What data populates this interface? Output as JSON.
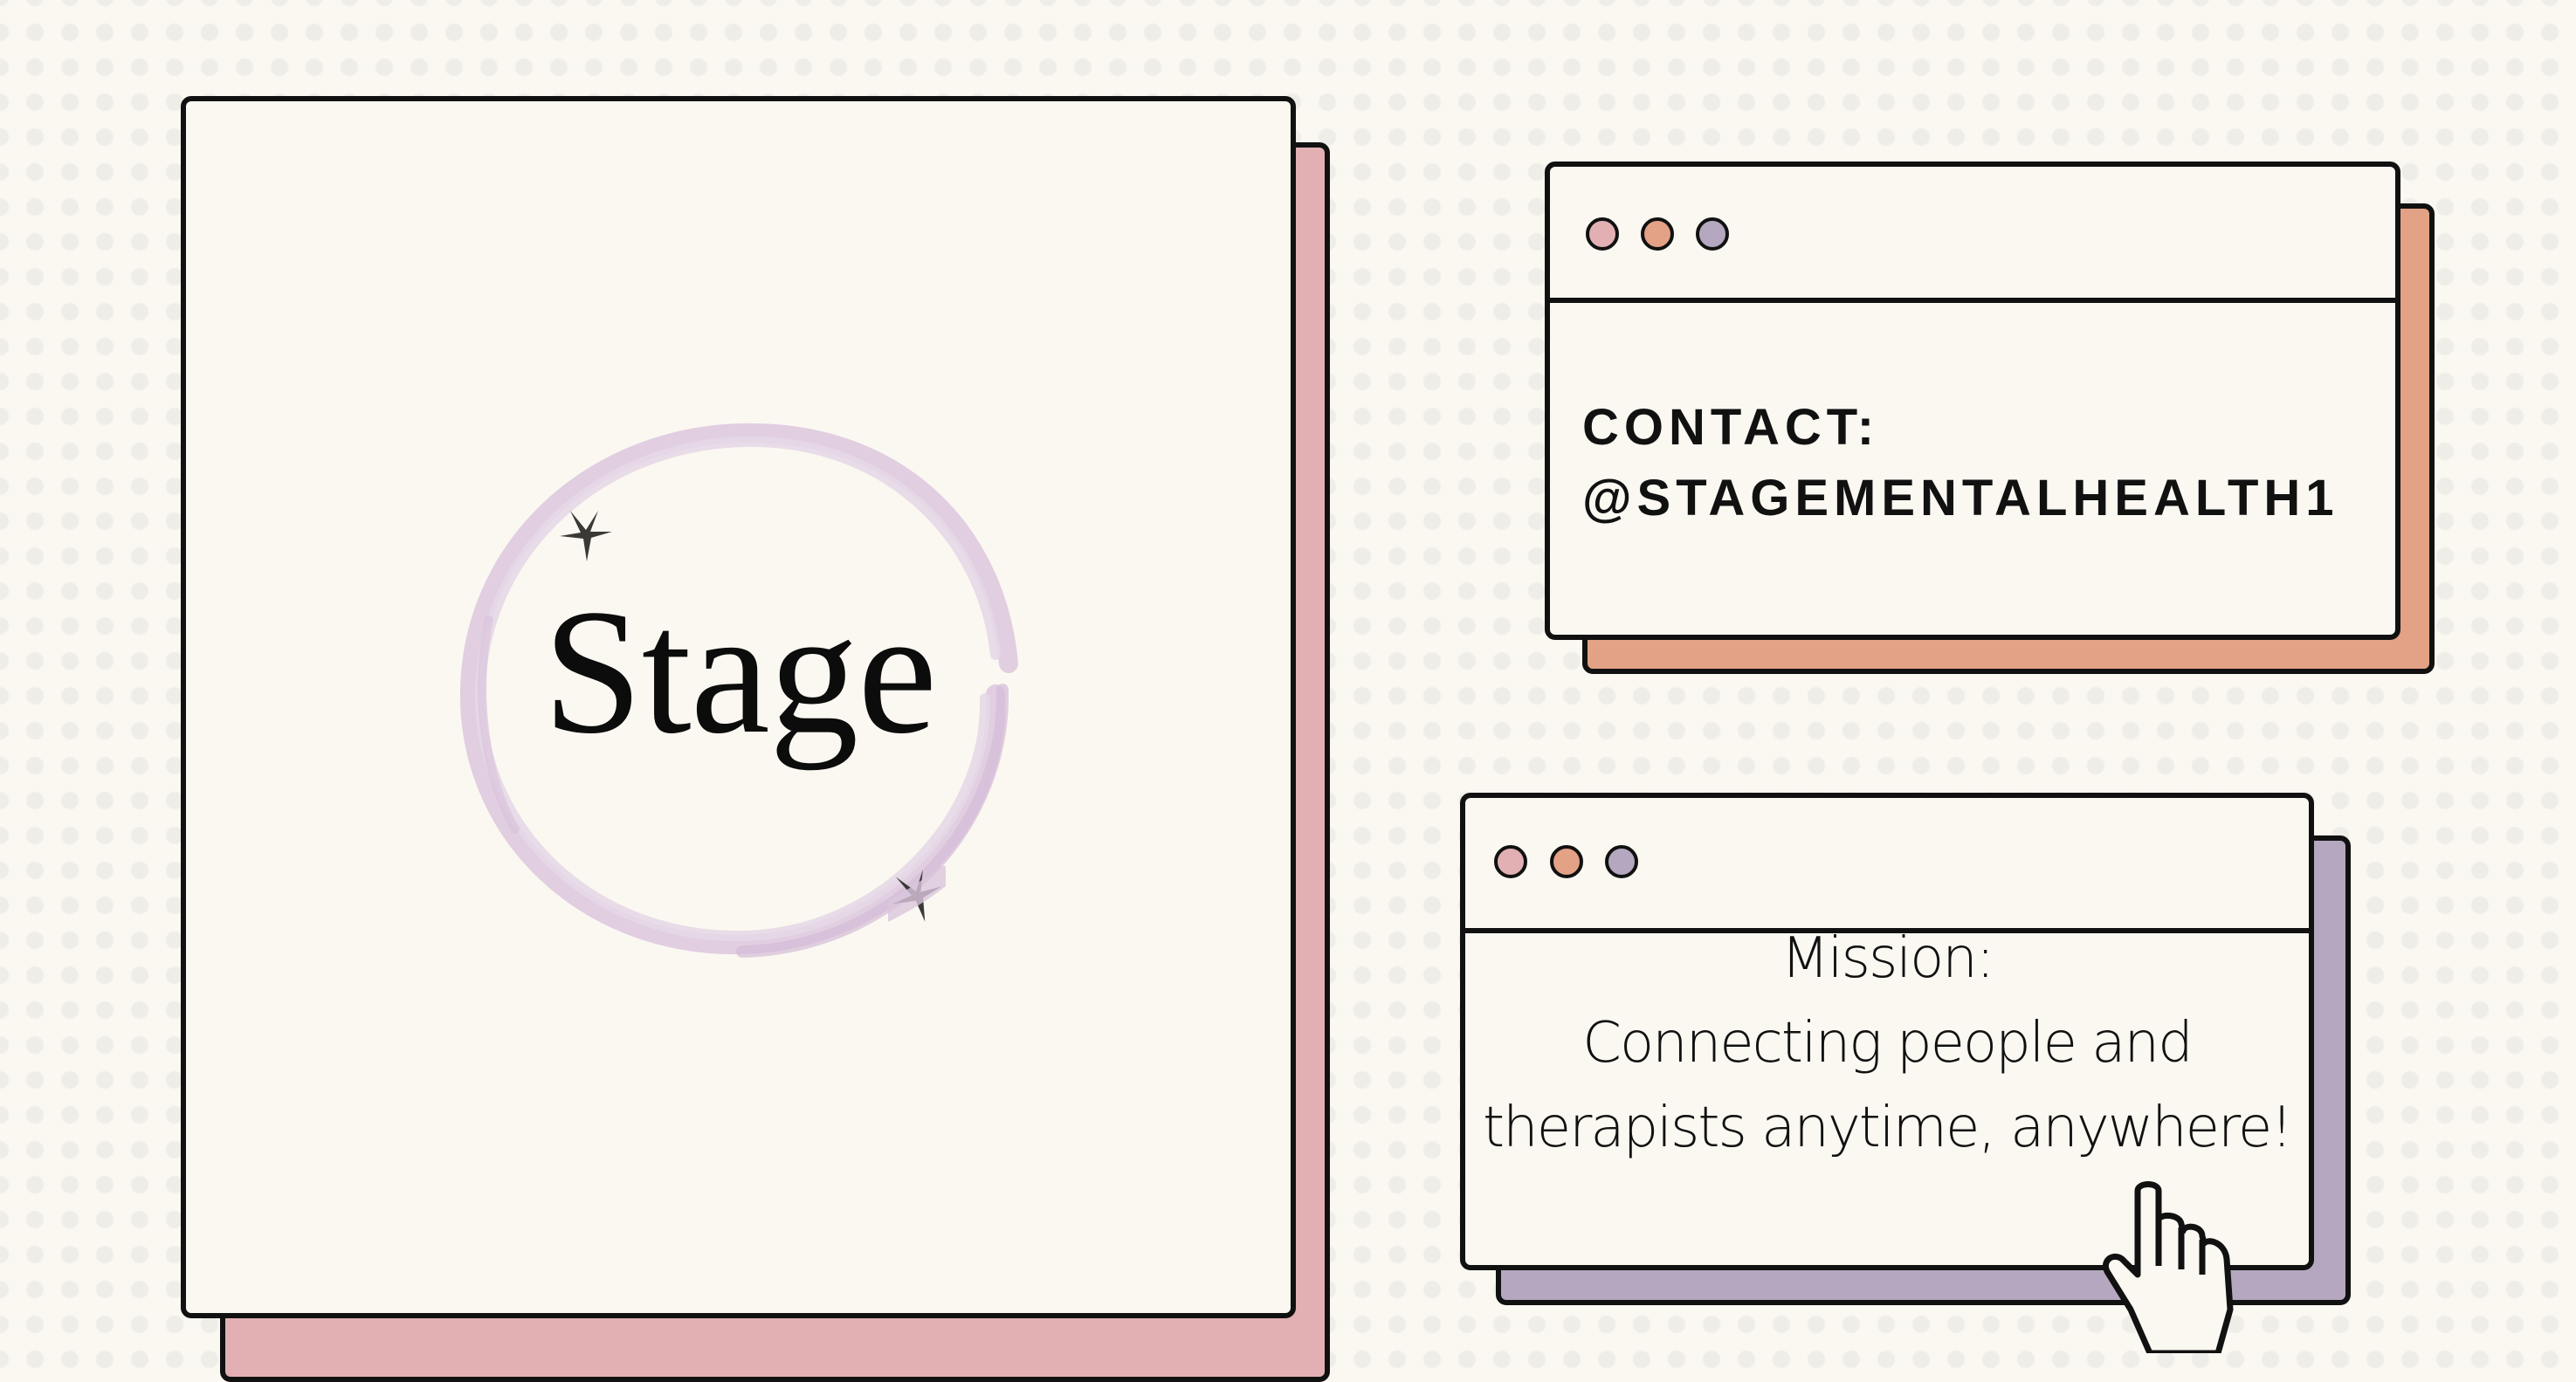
{
  "logo_card": {
    "wordmark": "Stage",
    "ring_color": "#d9c5dc",
    "star_color": "#3a3936",
    "shadow_color": "#e2b0b3"
  },
  "contact_window": {
    "window_dots": [
      {
        "name": "pink",
        "color": "#e2b0b3"
      },
      {
        "name": "orange",
        "color": "#e3a185"
      },
      {
        "name": "purple",
        "color": "#b4a7bf"
      }
    ],
    "label": "CONTACT:",
    "handle": "@STAGEMENTALHEALTH1",
    "shadow_color": "#e3a185"
  },
  "mission_window": {
    "window_dots": [
      {
        "name": "pink",
        "color": "#e2b0b3"
      },
      {
        "name": "orange",
        "color": "#e3a185"
      },
      {
        "name": "purple",
        "color": "#b4a7bf"
      }
    ],
    "label": "Mission:",
    "line1": "Connecting people and",
    "line2": "therapists anytime, anywhere!",
    "shadow_color": "#b4a7bf"
  },
  "cursor": {
    "icon": "pointing-hand-cursor-icon"
  },
  "colors": {
    "background": "#faf8f1",
    "panel": "#fbf8f1",
    "border": "#111111"
  }
}
